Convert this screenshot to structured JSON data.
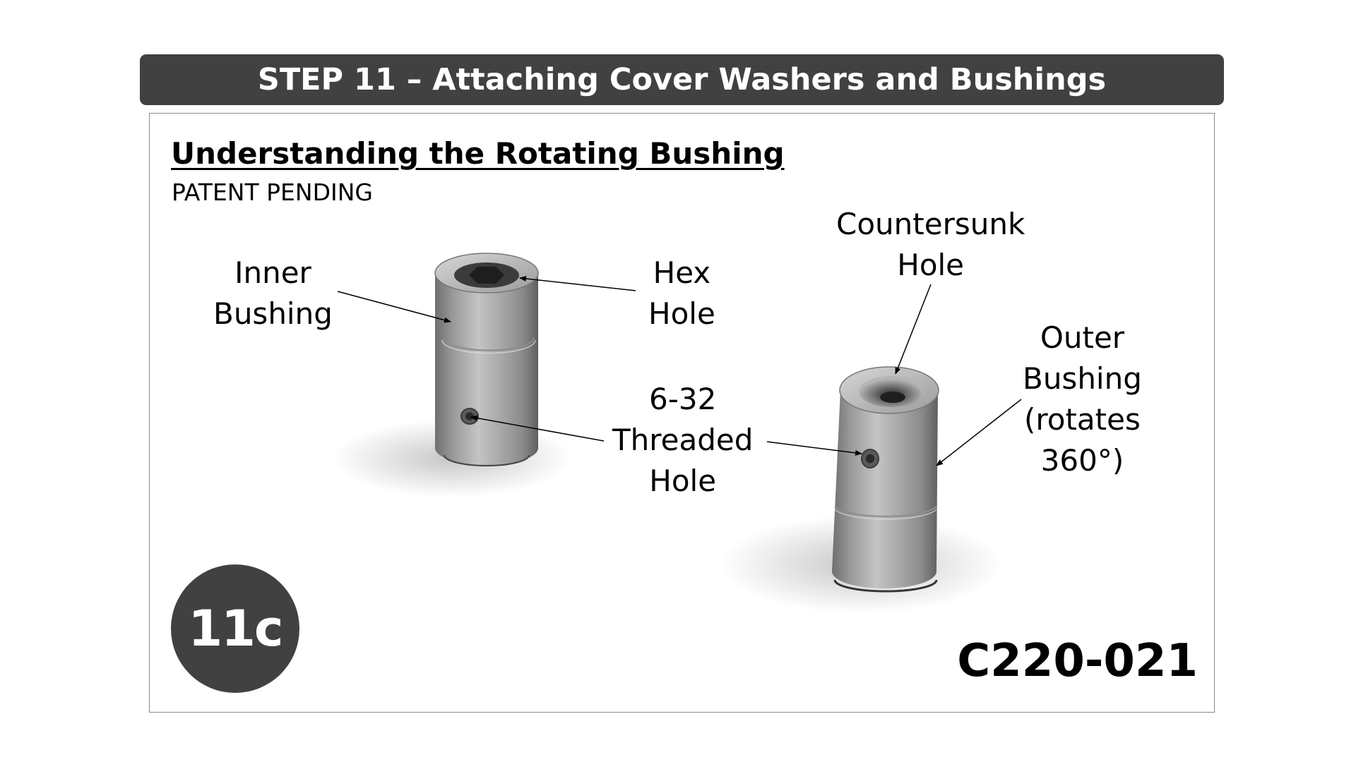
{
  "header": {
    "title": "STEP 11 – Attaching Cover Washers and Bushings",
    "background": "#414141"
  },
  "section": {
    "title": "Understanding the Rotating Bushing",
    "subtitle": "PATENT PENDING"
  },
  "callouts": {
    "inner_bushing": [
      "Inner",
      "Bushing"
    ],
    "hex_hole": [
      "Hex",
      "Hole"
    ],
    "threaded_hole": [
      "6-32",
      "Threaded",
      "Hole"
    ],
    "countersunk_hole": [
      "Countersunk",
      "Hole"
    ],
    "outer_bushing": [
      "Outer",
      "Bushing",
      "(rotates",
      "360°)"
    ]
  },
  "badge": {
    "label": "11c"
  },
  "part_number": "C220-021"
}
